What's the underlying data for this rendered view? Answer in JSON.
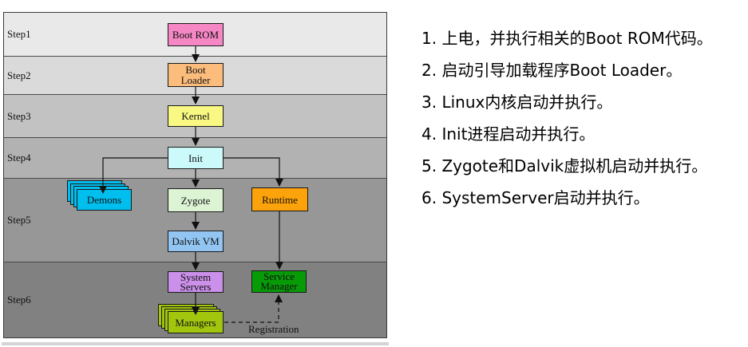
{
  "diagram": {
    "steps": [
      "Step1",
      "Step2",
      "Step3",
      "Step4",
      "Step5",
      "Step6"
    ],
    "band_colors": [
      "#e9e9e9",
      "#dadada",
      "#c2c2c2",
      "#b2b2b2",
      "#979797",
      "#818181"
    ],
    "nodes": {
      "boot_rom": {
        "label": "Boot ROM",
        "color": "#f587c4"
      },
      "boot_loader": {
        "label": "Boot Loader",
        "color": "#fbbc7c"
      },
      "kernel": {
        "label": "Kernel",
        "color": "#f8f883"
      },
      "init": {
        "label": "Init",
        "color": "#ccfafa"
      },
      "demons": {
        "label": "Demons",
        "color": "#00bfef"
      },
      "zygote": {
        "label": "Zygote",
        "color": "#dcf3d4"
      },
      "runtime": {
        "label": "Runtime",
        "color": "#fca20a"
      },
      "dalvik_vm": {
        "label": "Dalvik VM",
        "color": "#92c5f2"
      },
      "system_servers": {
        "label": "System Servers",
        "color": "#cb90ea"
      },
      "service_manager": {
        "label": "Service Manager",
        "color": "#089b08"
      },
      "managers": {
        "label": "Managers",
        "color": "#a2c50e"
      }
    },
    "registration_label": "Registration",
    "line_color": "#1a1a1a"
  },
  "notes": {
    "items": [
      "1. 上电，并执行相关的Boot ROM代码。",
      "2. 启动引导加载程序Boot Loader。",
      "3. Linux内核启动并执行。",
      "4. Init进程启动并执行。",
      "5. Zygote和Dalvik虚拟机启动并执行。",
      "6. SystemServer启动并执行。"
    ]
  }
}
